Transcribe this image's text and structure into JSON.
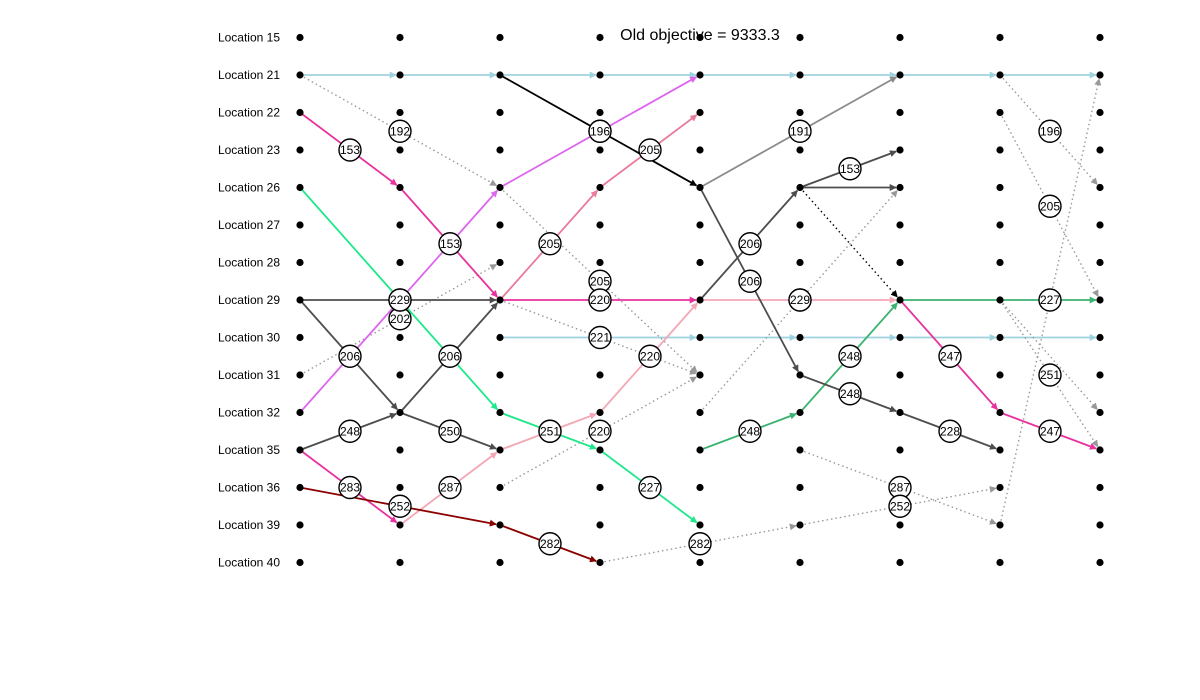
{
  "title": "Old objective = 9333.3",
  "locations": [
    "Location 15",
    "Location 21",
    "Location 22",
    "Location 23",
    "Location 26",
    "Location 27",
    "Location 28",
    "Location 29",
    "Location 30",
    "Location 31",
    "Location 32",
    "Location 35",
    "Location 36",
    "Location 39",
    "Location 40"
  ],
  "periods": 9,
  "colors": {
    "lightblue": "#9fd2df",
    "black": "#000000",
    "darkgray": "#4d4d4d",
    "gray": "#8c8c8c",
    "dotted": "#999999",
    "magenta": "#e8339f",
    "violet": "#dd66ee",
    "pink": "#e87c9a",
    "lightpink": "#f4a7b5",
    "green": "#1de88a",
    "seagreen": "#3cb371",
    "darkred": "#8b0000"
  },
  "arcs": [
    {
      "from": [
        0,
        "Location 21"
      ],
      "to": [
        1,
        "Location 21"
      ],
      "color": "lightblue"
    },
    {
      "from": [
        1,
        "Location 21"
      ],
      "to": [
        2,
        "Location 21"
      ],
      "color": "lightblue"
    },
    {
      "from": [
        2,
        "Location 21"
      ],
      "to": [
        3,
        "Location 21"
      ],
      "color": "lightblue"
    },
    {
      "from": [
        3,
        "Location 21"
      ],
      "to": [
        4,
        "Location 21"
      ],
      "color": "lightblue"
    },
    {
      "from": [
        4,
        "Location 21"
      ],
      "to": [
        5,
        "Location 21"
      ],
      "color": "lightblue"
    },
    {
      "from": [
        5,
        "Location 21"
      ],
      "to": [
        6,
        "Location 21"
      ],
      "color": "lightblue"
    },
    {
      "from": [
        6,
        "Location 21"
      ],
      "to": [
        7,
        "Location 21"
      ],
      "color": "lightblue"
    },
    {
      "from": [
        7,
        "Location 21"
      ],
      "to": [
        8,
        "Location 21"
      ],
      "color": "lightblue"
    },
    {
      "from": [
        2,
        "Location 30"
      ],
      "to": [
        3,
        "Location 30"
      ],
      "color": "lightblue"
    },
    {
      "from": [
        3,
        "Location 30"
      ],
      "to": [
        4,
        "Location 30"
      ],
      "color": "lightblue"
    },
    {
      "from": [
        4,
        "Location 30"
      ],
      "to": [
        5,
        "Location 30"
      ],
      "color": "lightblue"
    },
    {
      "from": [
        5,
        "Location 30"
      ],
      "to": [
        6,
        "Location 30"
      ],
      "color": "lightblue"
    },
    {
      "from": [
        6,
        "Location 30"
      ],
      "to": [
        7,
        "Location 30"
      ],
      "color": "lightblue"
    },
    {
      "from": [
        7,
        "Location 30"
      ],
      "to": [
        8,
        "Location 30"
      ],
      "color": "lightblue"
    },
    {
      "from": [
        0,
        "Location 21"
      ],
      "to": [
        2,
        "Location 26"
      ],
      "color": "dotted",
      "dash": true,
      "label": "192"
    },
    {
      "from": [
        0,
        "Location 31"
      ],
      "to": [
        2,
        "Location 28"
      ],
      "color": "dotted",
      "dash": true,
      "label": "202"
    },
    {
      "from": [
        2,
        "Location 26"
      ],
      "to": [
        4,
        "Location 31"
      ],
      "color": "dotted",
      "dash": true,
      "label": "205"
    },
    {
      "from": [
        2,
        "Location 29"
      ],
      "to": [
        4,
        "Location 31"
      ],
      "color": "dotted",
      "dash": true,
      "label": "221"
    },
    {
      "from": [
        2,
        "Location 36"
      ],
      "to": [
        4,
        "Location 31"
      ],
      "color": "dotted",
      "dash": true,
      "label": "220"
    },
    {
      "from": [
        3,
        "Location 40"
      ],
      "to": [
        5,
        "Location 39"
      ],
      "color": "dotted",
      "dash": true,
      "label": "282"
    },
    {
      "from": [
        4,
        "Location 32"
      ],
      "to": [
        6,
        "Location 26"
      ],
      "color": "dotted",
      "dash": true,
      "label": "206"
    },
    {
      "from": [
        5,
        "Location 35"
      ],
      "to": [
        7,
        "Location 39"
      ],
      "color": "dotted",
      "dash": true,
      "label": "287"
    },
    {
      "from": [
        5,
        "Location 39"
      ],
      "to": [
        7,
        "Location 36"
      ],
      "color": "dotted",
      "dash": true,
      "label": "252"
    },
    {
      "from": [
        7,
        "Location 21"
      ],
      "to": [
        8,
        "Location 26"
      ],
      "color": "dotted",
      "dash": true,
      "label": "196"
    },
    {
      "from": [
        7,
        "Location 22"
      ],
      "to": [
        8,
        "Location 29"
      ],
      "color": "dotted",
      "dash": true,
      "label": "205"
    },
    {
      "from": [
        7,
        "Location 29"
      ],
      "to": [
        8,
        "Location 35"
      ],
      "color": "dotted",
      "dash": true,
      "label": "251"
    },
    {
      "from": [
        7,
        "Location 39"
      ],
      "to": [
        8,
        "Location 21"
      ],
      "color": "dotted",
      "dash": true,
      "label": "227"
    },
    {
      "from": [
        7,
        "Location 29"
      ],
      "to": [
        8,
        "Location 32"
      ],
      "color": "dotted",
      "dash": true
    },
    {
      "from": [
        5,
        "Location 26"
      ],
      "to": [
        6,
        "Location 29"
      ],
      "color": "black",
      "dash": true
    },
    {
      "from": [
        0,
        "Location 22"
      ],
      "to": [
        1,
        "Location 26"
      ],
      "color": "magenta",
      "label": "153"
    },
    {
      "from": [
        1,
        "Location 26"
      ],
      "to": [
        2,
        "Location 29"
      ],
      "color": "magenta",
      "label": "153"
    },
    {
      "from": [
        2,
        "Location 29"
      ],
      "to": [
        4,
        "Location 29"
      ],
      "color": "magenta",
      "label": "220"
    },
    {
      "from": [
        6,
        "Location 29"
      ],
      "to": [
        7,
        "Location 32"
      ],
      "color": "magenta",
      "label": "247"
    },
    {
      "from": [
        7,
        "Location 32"
      ],
      "to": [
        8,
        "Location 35"
      ],
      "color": "magenta",
      "label": "247"
    },
    {
      "from": [
        0,
        "Location 32"
      ],
      "to": [
        2,
        "Location 26"
      ],
      "color": "violet",
      "label": "206"
    },
    {
      "from": [
        2,
        "Location 26"
      ],
      "to": [
        4,
        "Location 21"
      ],
      "color": "violet",
      "label": "196"
    },
    {
      "from": [
        2,
        "Location 29"
      ],
      "to": [
        3,
        "Location 26"
      ],
      "color": "pink",
      "label": "205"
    },
    {
      "from": [
        3,
        "Location 26"
      ],
      "to": [
        4,
        "Location 22"
      ],
      "color": "pink",
      "label": "205"
    },
    {
      "from": [
        0,
        "Location 35"
      ],
      "to": [
        1,
        "Location 39"
      ],
      "color": "magenta",
      "label": "283"
    },
    {
      "from": [
        1,
        "Location 39"
      ],
      "to": [
        2,
        "Location 35"
      ],
      "color": "lightpink",
      "label": "287"
    },
    {
      "from": [
        2,
        "Location 35"
      ],
      "to": [
        3,
        "Location 32"
      ],
      "color": "lightpink",
      "label": "251"
    },
    {
      "from": [
        3,
        "Location 32"
      ],
      "to": [
        4,
        "Location 29"
      ],
      "color": "lightpink",
      "label": "220"
    },
    {
      "from": [
        4,
        "Location 29"
      ],
      "to": [
        6,
        "Location 29"
      ],
      "color": "lightpink",
      "label": "229"
    },
    {
      "from": [
        0,
        "Location 26"
      ],
      "to": [
        2,
        "Location 32"
      ],
      "color": "green",
      "label": "229"
    },
    {
      "from": [
        2,
        "Location 32"
      ],
      "to": [
        3,
        "Location 35"
      ],
      "color": "green",
      "label": "251"
    },
    {
      "from": [
        3,
        "Location 35"
      ],
      "to": [
        4,
        "Location 39"
      ],
      "color": "green",
      "label": "227"
    },
    {
      "from": [
        4,
        "Location 35"
      ],
      "to": [
        5,
        "Location 32"
      ],
      "color": "seagreen",
      "label": "248"
    },
    {
      "from": [
        5,
        "Location 32"
      ],
      "to": [
        6,
        "Location 29"
      ],
      "color": "seagreen",
      "label": "248"
    },
    {
      "from": [
        6,
        "Location 29"
      ],
      "to": [
        8,
        "Location 29"
      ],
      "color": "seagreen"
    },
    {
      "from": [
        0,
        "Location 36"
      ],
      "to": [
        2,
        "Location 39"
      ],
      "color": "darkred",
      "label": "252"
    },
    {
      "from": [
        2,
        "Location 39"
      ],
      "to": [
        3,
        "Location 40"
      ],
      "color": "darkred",
      "label": "282"
    },
    {
      "from": [
        0,
        "Location 29"
      ],
      "to": [
        2,
        "Location 29"
      ],
      "color": "darkgray"
    },
    {
      "from": [
        0,
        "Location 29"
      ],
      "to": [
        1,
        "Location 32"
      ],
      "color": "darkgray",
      "label": "206"
    },
    {
      "from": [
        0,
        "Location 35"
      ],
      "to": [
        1,
        "Location 32"
      ],
      "color": "darkgray",
      "label": "248"
    },
    {
      "from": [
        1,
        "Location 32"
      ],
      "to": [
        2,
        "Location 29"
      ],
      "color": "darkgray",
      "label": "206"
    },
    {
      "from": [
        1,
        "Location 32"
      ],
      "to": [
        2,
        "Location 35"
      ],
      "color": "darkgray",
      "label": "250"
    },
    {
      "from": [
        2,
        "Location 21"
      ],
      "to": [
        4,
        "Location 26"
      ],
      "color": "black",
      "label": "196"
    },
    {
      "from": [
        4,
        "Location 26"
      ],
      "to": [
        6,
        "Location 21"
      ],
      "color": "gray",
      "label": "191"
    },
    {
      "from": [
        4,
        "Location 29"
      ],
      "to": [
        5,
        "Location 26"
      ],
      "color": "darkgray",
      "label": "206"
    },
    {
      "from": [
        4,
        "Location 26"
      ],
      "to": [
        5,
        "Location 31"
      ],
      "color": "darkgray",
      "label": "206"
    },
    {
      "from": [
        5,
        "Location 31"
      ],
      "to": [
        6,
        "Location 32"
      ],
      "color": "darkgray",
      "label": "248"
    },
    {
      "from": [
        5,
        "Location 26"
      ],
      "to": [
        6,
        "Location 23"
      ],
      "color": "darkgray",
      "label": "153"
    },
    {
      "from": [
        5,
        "Location 26"
      ],
      "to": [
        6,
        "Location 26"
      ],
      "color": "darkgray"
    },
    {
      "from": [
        6,
        "Location 32"
      ],
      "to": [
        7,
        "Location 35"
      ],
      "color": "darkgray",
      "label": "228"
    }
  ]
}
